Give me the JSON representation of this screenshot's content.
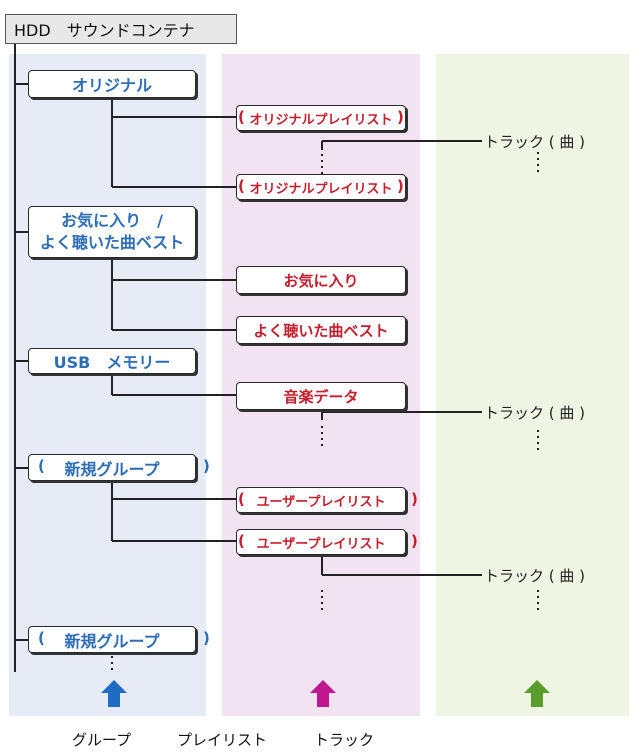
{
  "header": {
    "title": "HDD　サウンドコンテナ"
  },
  "groups": {
    "original": "オリジナル",
    "favorites_line1": "お気に入り　/",
    "favorites_line2": "よく聴いた曲ベスト",
    "usb": "USB　メモリー",
    "new_group": "新規グループ",
    "new_group_2": "新規グループ"
  },
  "playlists": {
    "original_1": "オリジナルプレイリスト",
    "original_2": "オリジナルプレイリスト",
    "favorites": "お気に入り",
    "best": "よく聴いた曲ベスト",
    "music_data": "音楽データ",
    "user_1": "ユーザープレイリスト",
    "user_2": "ユーザープレイリスト"
  },
  "tracks": {
    "track_1": "トラック ( 曲 )",
    "track_2": "トラック ( 曲 )",
    "track_3": "トラック ( 曲 )"
  },
  "legend": {
    "group": "グループ",
    "playlist": "プレイリスト",
    "track": "トラック"
  },
  "colors": {
    "group_text": "#2d6db5",
    "playlist_text": "#c51d2c",
    "group_arrow": "#1f6cc4",
    "playlist_arrow": "#c0168f",
    "track_arrow": "#5a9d2a"
  }
}
